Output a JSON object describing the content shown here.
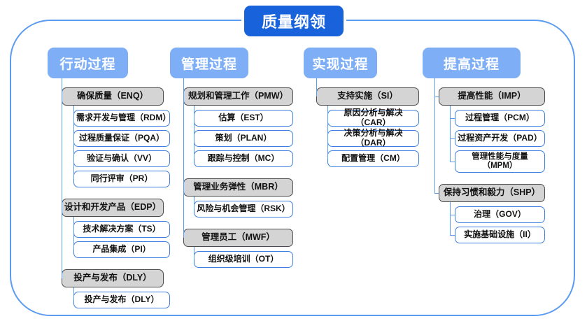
{
  "diagram": {
    "title": "质量纲领",
    "accent_blue": "#1863DC",
    "header_blue": "#7EAEF5",
    "line_blue": "#5B9BF0",
    "group_gray": "#D4D4D4",
    "group_border": "#4C4C4C",
    "leaf_border": "#3D7FE0"
  },
  "columns": [
    {
      "header": "行动过程",
      "groups": [
        {
          "label": "确保质量（ENQ）",
          "children": [
            "需求开发与管理（RDM）",
            "过程质量保证（PQA）",
            "验证与确认（VV）",
            "同行评审（PR）"
          ]
        },
        {
          "label": "设计和开发产品（EDP）",
          "children": [
            "技术解决方案（TS）",
            "产品集成（PI）"
          ]
        },
        {
          "label": "投产与发布（DLY）",
          "children": [
            "投产与发布（DLY）"
          ]
        }
      ]
    },
    {
      "header": "管理过程",
      "groups": [
        {
          "label": "规划和管理工作（PMW）",
          "children": [
            "估算（EST）",
            "策划（PLAN）",
            "跟踪与控制（MC）"
          ]
        },
        {
          "label": "管理业务弹性（MBR）",
          "children": [
            "风险与机会管理（RSK）"
          ]
        },
        {
          "label": "管理员工（MWF）",
          "children": [
            "组织级培训（OT）"
          ]
        }
      ]
    },
    {
      "header": "实现过程",
      "groups": [
        {
          "label": "支持实施（SI）",
          "children": [
            "原因分析与解决（CAR）",
            "决策分析与解决（DAR）",
            "配置管理（CM）"
          ]
        }
      ]
    },
    {
      "header": "提高过程",
      "groups": [
        {
          "label": "提高性能（IMP）",
          "children": [
            "过程管理（PCM）",
            "过程资产开发（PAD）",
            "管理性能与度量\n（MPM）"
          ]
        },
        {
          "label": "保持习惯和毅力（SHP）",
          "children": [
            "治理（GOV）",
            "实施基础设施（II）"
          ]
        }
      ]
    }
  ]
}
